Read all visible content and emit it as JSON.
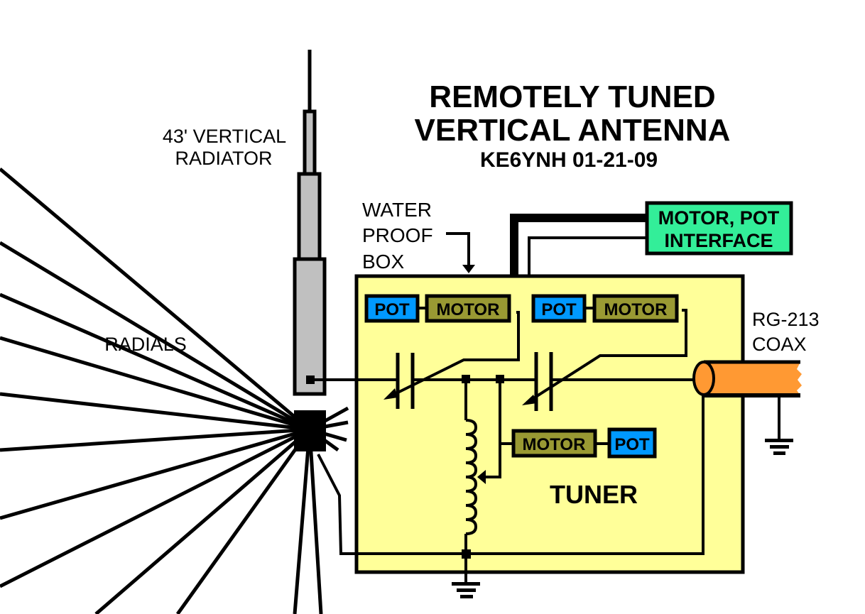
{
  "title": {
    "line1": "REMOTELY TUNED",
    "line2": "VERTICAL ANTENNA",
    "subtitle": "KE6YNH 01-21-09"
  },
  "labels": {
    "radiator_line1": "43' VERTICAL",
    "radiator_line2": "RADIATOR",
    "radials": "RADIALS",
    "box_line1": "WATER",
    "box_line2": "PROOF",
    "box_line3": "BOX",
    "interface_line1": "MOTOR, POT",
    "interface_line2": "INTERFACE",
    "coax_line1": "RG-213",
    "coax_line2": "COAX",
    "tuner": "TUNER"
  },
  "components": {
    "pot1": "POT",
    "motor1": "MOTOR",
    "pot2": "POT",
    "motor2": "MOTOR",
    "motor3": "MOTOR",
    "pot3": "POT"
  },
  "colors": {
    "tuner_box": "#ffff99",
    "pot": "#0099ff",
    "motor": "#999933",
    "interface": "#33ee99",
    "coax": "#ff9933",
    "radiator": "#c0c0c0"
  }
}
